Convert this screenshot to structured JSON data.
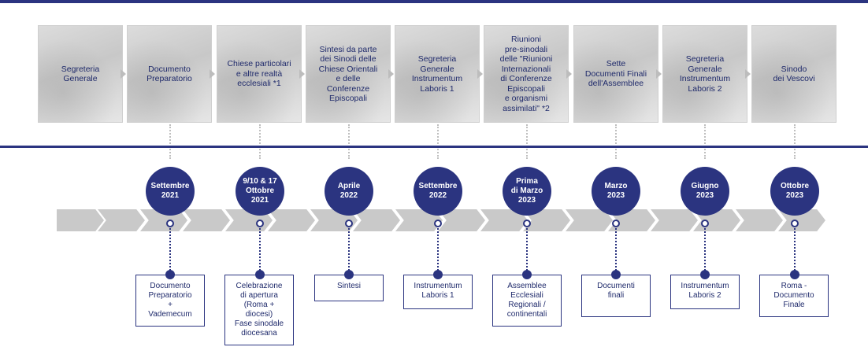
{
  "stages": [
    {
      "label": "Segreteria\nGenerale"
    },
    {
      "label": "Documento\nPreparatorio"
    },
    {
      "label": "Chiese particolari\ne altre realtà\necclesiali *1"
    },
    {
      "label": "Sintesi da parte\ndei Sinodi delle\nChiese Orientali\ne delle\nConferenze\nEpiscopali"
    },
    {
      "label": "Segreteria\nGenerale\nInstrumentum\nLaboris 1"
    },
    {
      "label": "Riunioni\npre-sinodali\ndelle \"Riunioni\nInternazionali\ndi Conferenze\nEpiscopali\ne organismi\nassimilati\" *2"
    },
    {
      "label": "Sette\nDocumenti Finali\ndell'Assemblee"
    },
    {
      "label": "Segreteria\nGenerale\nInstrumentum\nLaboris 2"
    },
    {
      "label": "Sinodo\ndei Vescovi"
    }
  ],
  "dates": [
    {
      "label": "Settembre\n2021"
    },
    {
      "label": "9/10 & 17\nOttobre\n2021"
    },
    {
      "label": "Aprile\n2022"
    },
    {
      "label": "Settembre\n2022"
    },
    {
      "label": "Prima\ndi Marzo\n2023"
    },
    {
      "label": "Marzo\n2023"
    },
    {
      "label": "Giugno\n2023"
    },
    {
      "label": "Ottobre\n2023"
    }
  ],
  "outputs": [
    {
      "label": "Documento\nPreparatorio\n+\nVademecum"
    },
    {
      "label": "Celebrazione\ndi apertura\n(Roma +\ndiocesi)\nFase sinodale\ndiocesana"
    },
    {
      "label": "Sintesi"
    },
    {
      "label": "Instrumentum\nLaboris 1"
    },
    {
      "label": "Assemblee\nEcclesiali\nRegionali /\ncontinentali"
    },
    {
      "label": "Documenti\nfinali"
    },
    {
      "label": "Instrumentum\nLaboris 2"
    },
    {
      "label": "Roma -\nDocumento\nFinale"
    }
  ],
  "colors": {
    "navy": "#2b3480",
    "stage_text": "#1f2a6b",
    "band_grey": "#c9c9c9",
    "stage_arrow_grey": "#bdbdbd"
  }
}
